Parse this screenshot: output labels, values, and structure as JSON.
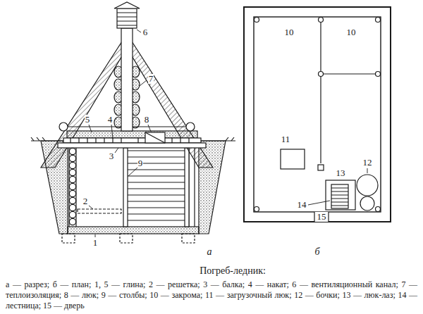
{
  "diagram": {
    "title": "Погреб-ледник:",
    "caption": "а — разрез; б — план; 1, 5 — глина; 2 — решетка; 3 — балка; 4 — накат; 6 — вентиляционный канал; 7 — теплоизоляция; 8 — люк; 9 — столбы; 10 — закрома; 11 — загрузочный люк; 12 — бочки; 13 — люк-лаз; 14 — лестница; 15 — дверь",
    "labels": [
      "6",
      "7",
      "5",
      "4",
      "8",
      "3",
      "9",
      "2",
      "1",
      "а",
      "10",
      "10",
      "11",
      "12",
      "13",
      "14",
      "15",
      "б"
    ]
  }
}
